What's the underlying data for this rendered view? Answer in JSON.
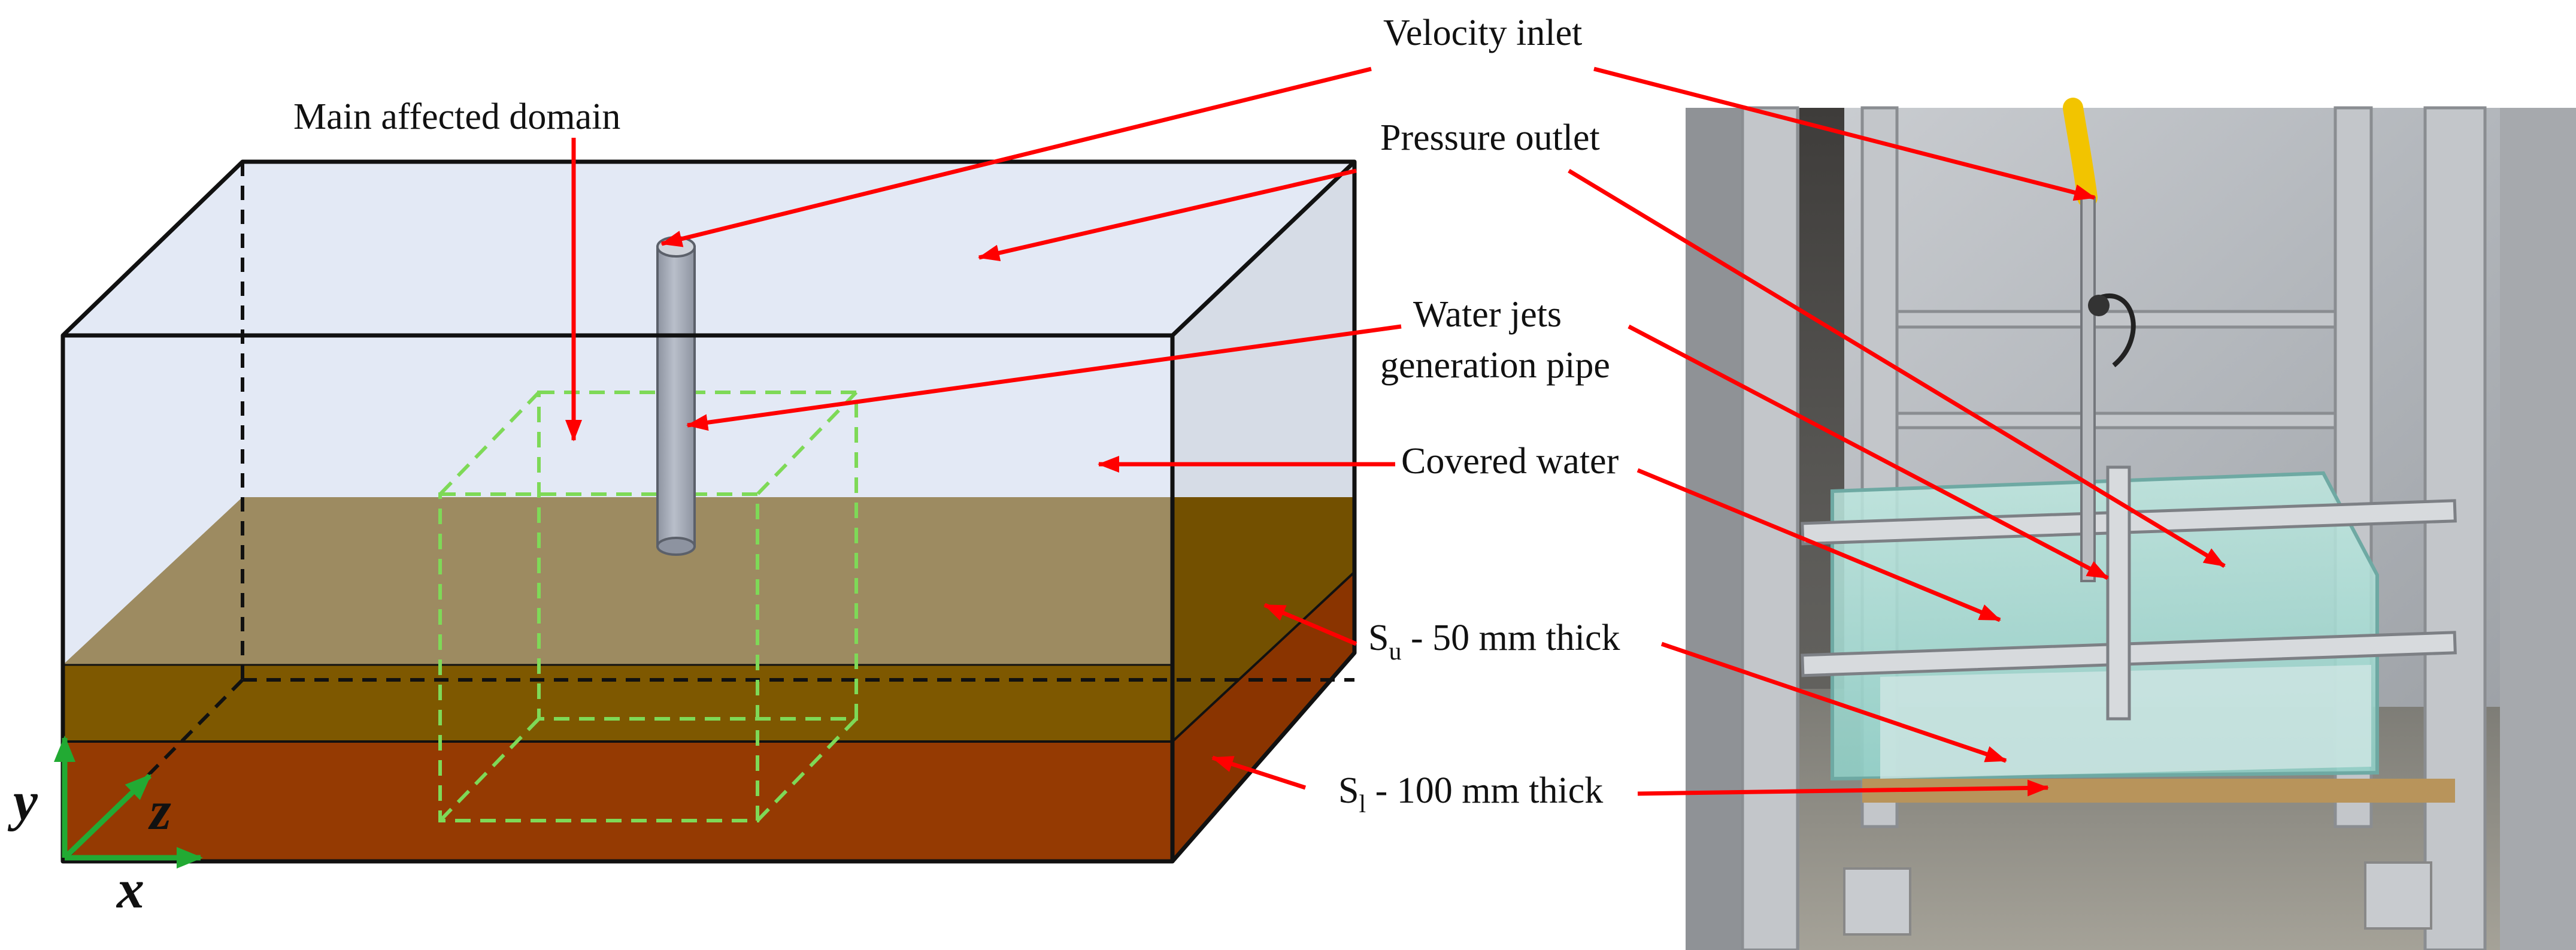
{
  "labels": {
    "velocity_inlet": "Velocity inlet",
    "pressure_outlet": "Pressure outlet",
    "main_affected_domain": "Main affected domain",
    "water_jets_line1": "Water jets",
    "water_jets_line2": "generation pipe",
    "covered_water": "Covered water",
    "su_symbol": "S",
    "su_subscript": "u",
    "su_text": " - 50 mm thick",
    "sl_symbol": "S",
    "sl_subscript": "l",
    "sl_text": " - 100 mm thick"
  },
  "axes": {
    "x": "x",
    "y": "y",
    "z": "z"
  },
  "colors": {
    "water": "#e3e9f5",
    "water_side": "#d6dce6",
    "upper_soil_top": "#9d8b61",
    "upper_soil_front": "#7e5800",
    "upper_soil_side": "#735000",
    "lower_soil_front": "#953a02",
    "lower_soil_side": "#8a3400",
    "pipe": "#a4aab6",
    "domain_box": "#7ed957",
    "arrow": "#ff0000",
    "axis": "#22aa33"
  }
}
